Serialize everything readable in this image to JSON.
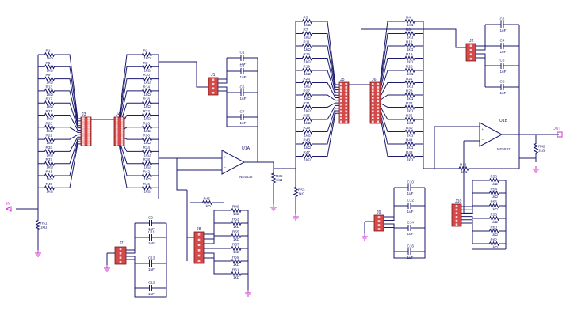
{
  "diagram": {
    "input_port": "IN",
    "output_port": "OUT",
    "opamps": [
      {
        "ref": "U1A",
        "part": "NE5532"
      },
      {
        "ref": "U1B",
        "part": "NE5532"
      }
    ],
    "headers": [
      "J1",
      "J2",
      "J3",
      "J4",
      "J5",
      "J6",
      "J7",
      "J8",
      "J9",
      "J10"
    ],
    "resistor_value": "1kΩ",
    "cap_value": "1uF",
    "stage1_left_res": [
      "R1",
      "R5",
      "R9",
      "R13",
      "R17",
      "R21",
      "R25",
      "R29",
      "R33",
      "R37",
      "R41",
      "R45"
    ],
    "stage1_right_res": [
      "R2",
      "R6",
      "R10",
      "R14",
      "R18",
      "R22",
      "R26",
      "R30",
      "R34",
      "R38",
      "R42",
      "R46"
    ],
    "stage2_left_res": [
      "R3",
      "R7",
      "R11",
      "R15",
      "R19",
      "R23",
      "R27",
      "R31",
      "R35",
      "R39",
      "R43",
      "R47"
    ],
    "stage2_right_res": [
      "R4",
      "R8",
      "R12",
      "R16",
      "R20",
      "R24",
      "R28",
      "R32",
      "R36",
      "R40",
      "R44",
      "R48"
    ],
    "j1_caps": [
      "C1",
      "C3",
      "C5",
      "C7"
    ],
    "j2_caps": [
      "C2",
      "C4",
      "C6",
      "C8"
    ],
    "j7_caps": [
      "C9",
      "C11",
      "C13",
      "C15"
    ],
    "j9_caps": [
      "C10",
      "C12",
      "C14",
      "C16"
    ],
    "j8_res": [
      "R49",
      "R53",
      "R55",
      "R57",
      "R59",
      "R61"
    ],
    "j10_res": [
      "R50",
      "R54",
      "R56",
      "R58",
      "R60",
      "R62"
    ],
    "misc_res": [
      "R51",
      "R35",
      "R53",
      "R42",
      "R48",
      "R45"
    ]
  }
}
